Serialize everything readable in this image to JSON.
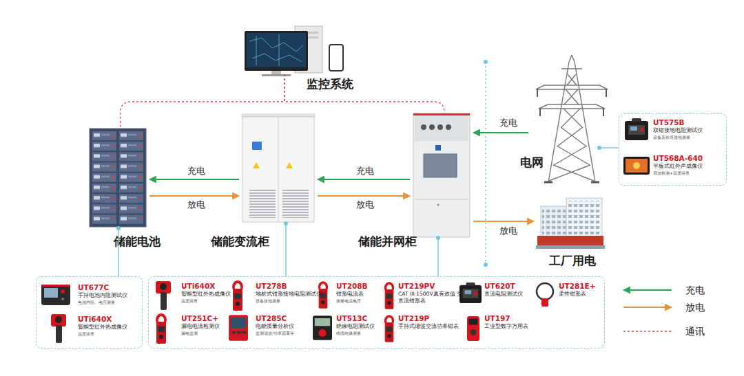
{
  "diagram": {
    "nodes": [
      {
        "text": [
          "监控系统"
        ]
      },
      {
        "text": [
          "储能电池"
        ]
      },
      {
        "text": [
          "储能变流柜"
        ]
      },
      {
        "text": [
          "储能并网柜"
        ]
      },
      {
        "text": [
          "电网"
        ]
      },
      {
        "text": [
          "工厂用电"
        ]
      },
      {
        "text": []
      },
      {
        "text": [
          "UT677C",
          "手持电池内阻测试仪",
          "电池内阻、电压测量"
        ],
        "in": 6
      },
      {
        "text": [
          "UTi640X",
          "智能型红外热成像仪",
          "温度筛查"
        ],
        "in": 6
      },
      {
        "text": []
      },
      {
        "text": [
          "UTi640X",
          "智能型红外热成像仪",
          "温度筛查"
        ],
        "in": 9
      },
      {
        "text": [
          "UT278B",
          "地桩式钳形接地电阻测试仪",
          "设备接地测量"
        ],
        "in": 9
      },
      {
        "text": [
          "UT208B",
          "钳形电流表",
          "测量电流电压"
        ],
        "in": 9
      },
      {
        "text": [
          "UT219PV",
          "CAT III 1500V真有效值 交直流钳形表"
        ],
        "in": 9
      },
      {
        "text": [
          "UT620T",
          "直流电阻测试仪"
        ],
        "in": 9
      },
      {
        "text": [
          "UT281E+",
          "柔性钳形表"
        ],
        "in": 9
      },
      {
        "text": [
          "UT251C+",
          "漏电电流检测仪",
          "漏电监测"
        ],
        "in": 9
      },
      {
        "text": [
          "UT285C",
          "电能质量分析仪",
          "监测谐波/功率因素等"
        ],
        "in": 9
      },
      {
        "text": [
          "UT513C",
          "绝缘电阻测试仪",
          "线缆绝缘测量"
        ],
        "in": 9
      },
      {
        "text": [
          "UT219P",
          "手持式谐波交流功率钳表"
        ],
        "in": 9
      },
      {
        "text": [
          "UT197",
          "工业型数字万用表"
        ],
        "in": 9
      },
      {
        "text": []
      },
      {
        "text": [
          "UT575B",
          "双钳接地电阻测试仪",
          "设备及铁塔接地测量"
        ],
        "in": 21
      },
      {
        "text": [
          "UT568A-640",
          "平板式红外声成像仪",
          "局放检测+温度筛查"
        ],
        "in": 21
      }
    ],
    "edges": [
      {
        "from": 2,
        "to": 1,
        "label": "充电",
        "arrow": "to"
      },
      {
        "from": 1,
        "to": 2,
        "label": "放电",
        "arrow": "to"
      },
      {
        "from": 3,
        "to": 2,
        "label": "充电",
        "arrow": "to"
      },
      {
        "from": 2,
        "to": 3,
        "label": "放电",
        "arrow": "to"
      },
      {
        "from": 4,
        "to": 3,
        "label": "充电",
        "arrow": "to"
      },
      {
        "from": 3,
        "to": 5,
        "label": "放电",
        "arrow": "to"
      },
      {
        "from": 0,
        "to": 1,
        "arrow": "none"
      },
      {
        "from": 0,
        "to": 3,
        "arrow": "none"
      },
      {
        "from": 1,
        "to": 6,
        "arrow": "none"
      },
      {
        "from": 2,
        "to": 9,
        "arrow": "none"
      },
      {
        "from": 3,
        "to": 9,
        "arrow": "none"
      },
      {
        "from": 4,
        "to": 21,
        "arrow": "none"
      }
    ],
    "legend": [
      {
        "text": "充电"
      },
      {
        "text": "放电"
      },
      {
        "text": "通讯"
      }
    ]
  }
}
